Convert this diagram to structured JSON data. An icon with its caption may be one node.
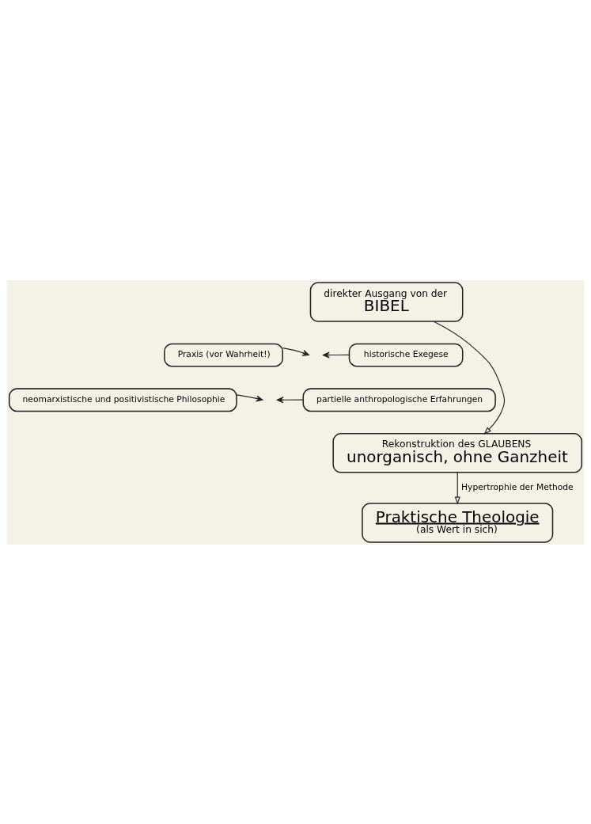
{
  "diagram": {
    "nodes": [
      {
        "text": [
          "direkter Ausgang von der",
          "BIBEL"
        ]
      },
      {
        "text": [
          "Praxis (vor Wahrheit!)"
        ]
      },
      {
        "text": [
          "historische Exegese"
        ]
      },
      {
        "text": [
          "neomarxistische und positivistische Philosophie"
        ]
      },
      {
        "text": [
          "partielle anthropologische Erfahrungen"
        ]
      },
      {
        "text": [
          "Rekonstruktion des GLAUBENS",
          "unorganisch, ohne Ganzheit"
        ]
      },
      {
        "text": [
          "Praktische Theologie",
          "(als Wert in sich)"
        ]
      }
    ],
    "edges": [
      {
        "from": 0,
        "to": 5,
        "arrow": "to"
      },
      {
        "from": 1,
        "to": null,
        "arrow": "to"
      },
      {
        "from": 2,
        "to": null,
        "arrow": "to"
      },
      {
        "from": 3,
        "to": null,
        "arrow": "to"
      },
      {
        "from": 4,
        "to": null,
        "arrow": "to"
      },
      {
        "from": 5,
        "to": 6,
        "label": "Hypertrophie der Methode",
        "arrow": "to"
      }
    ]
  }
}
